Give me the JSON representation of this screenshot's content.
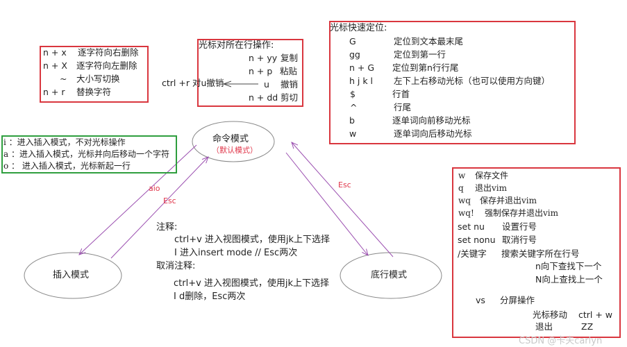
{
  "edit_box": {
    "rows": [
      [
        "n + x",
        "逐字符向右删除"
      ],
      [
        "n + X",
        "逐字符向左删除"
      ],
      [
        "~",
        "大小写切换"
      ],
      [
        "n + r",
        "替换字符"
      ]
    ]
  },
  "line_ops": {
    "title": "光标对所在行操作:",
    "rows": [
      [
        "n + yy",
        "复制"
      ],
      [
        "n + p",
        "粘贴"
      ],
      [
        "u",
        "撤销"
      ],
      [
        "n + dd",
        "剪切"
      ]
    ],
    "undo_note": "ctrl +r 对u撤销"
  },
  "cursor_box": {
    "title": "光标快速定位:",
    "rows": [
      [
        "G",
        "定位到文本最末尾"
      ],
      [
        "gg",
        "定位到第一行"
      ],
      [
        "n + G",
        "定位到第n行行尾"
      ],
      [
        "h j k l",
        "左下上右移动光标（也可以使用方向键）"
      ],
      [
        "$",
        "行首"
      ],
      [
        "^",
        "行尾"
      ],
      [
        "b",
        "逐单词向前移动光标"
      ],
      [
        "w",
        "逐单词向后移动光标"
      ]
    ]
  },
  "insert_box": {
    "rows": [
      "i ：进入插入模式，不对光标操作",
      "a ：进入插入模式，光标并向后移动一个字符",
      "o ：  进入插入模式，光标新起一行"
    ]
  },
  "modes": {
    "command": "命令模式",
    "command_sub": "（默认模式）",
    "insert": "插入模式",
    "bottom": "底行模式"
  },
  "arrow_labels": {
    "to_insert": "aio",
    "insert_esc": "Esc",
    "bottom_esc": "Esc"
  },
  "comment": {
    "lines": [
      "注释:",
      "ctrl+v 进入视图模式，使用jk上下选择",
      "I  进入insert mode // Esc两次",
      "取消注释:",
      "ctrl+v 进入视图模式，使用jk上下选择",
      "I    d删除，Esc两次"
    ]
  },
  "bottom_box": {
    "rows": [
      [
        "w",
        "保存文件"
      ],
      [
        "q",
        "退出vim"
      ],
      [
        "wq",
        "保存并退出vim"
      ],
      [
        "wq!",
        "强制保存并退出vim"
      ]
    ],
    "rows2": [
      [
        "set nu",
        "设置行号"
      ],
      [
        "set nonu",
        "取消行号"
      ],
      [
        "/关键字",
        "搜索关键字所在行号"
      ]
    ],
    "search_next": "n向下查找下一个",
    "search_prev": "N向上查找上一个",
    "vs": "vs",
    "vs_desc": "分屏操作",
    "move_label": "光标移动",
    "move_key": "ctrl + w",
    "quit_label": "退出",
    "quit_key": "ZZ"
  },
  "watermark": "CSDN @卡夫carlyn",
  "colors": {
    "box_red": "#d9363e",
    "box_green": "#2e9e3e",
    "arrow": "#9b4fb0",
    "label_red": "#e0364a"
  }
}
